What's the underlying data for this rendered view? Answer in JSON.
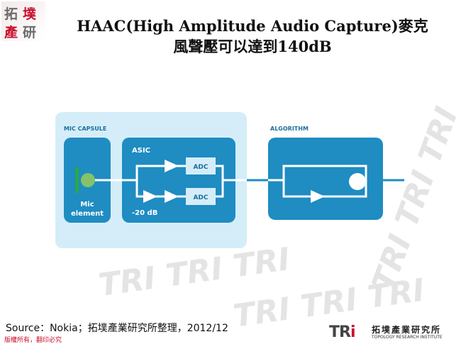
{
  "header": {
    "logo_chars": [
      "拓",
      "墣",
      "產",
      "研"
    ],
    "title_line1": "HAAC(High Amplitude Audio Capture)麥克",
    "title_line2": "風聲壓可以達到140dB"
  },
  "diagram": {
    "mic_capsule_label": "MIC CAPSULE",
    "mic_element_line1": "Mic",
    "mic_element_line2": "element",
    "asic_label": "ASIC",
    "adc_top_label": "ADC",
    "adc_bottom_label": "ADC",
    "attenuation_label": "-20 dB",
    "algorithm_label": "ALGORITHM",
    "colors": {
      "capsule_bg": "#d4edf9",
      "block_blue": "#1f8cc2",
      "adc_fill": "#d4edf9",
      "mic_green": "#2aa84a",
      "mic_dot": "#86c26a"
    }
  },
  "watermark_text": "TRI TRI TRI",
  "footer": {
    "source": "Source：Nokia；拓墣產業研究所整理，2012/12",
    "copyright": "版權所有，翻印必究",
    "org_mark_tr": "TR",
    "org_mark_i": "i",
    "org_name": "拓墣產業研究所",
    "org_name_en": "TOPOLOGY RESEARCH INSTITUTE"
  }
}
